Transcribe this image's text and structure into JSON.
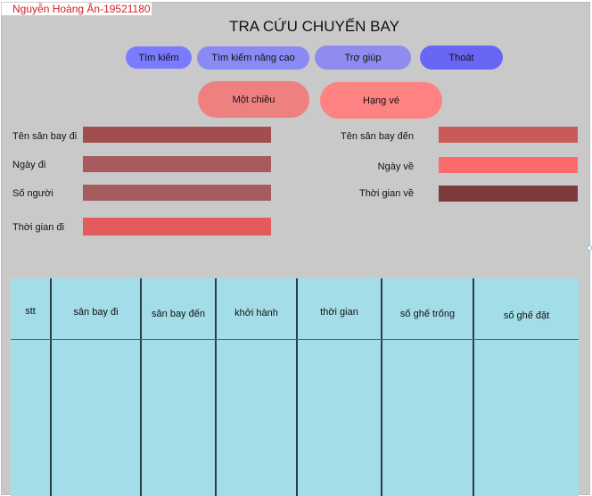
{
  "author": "Nguyễn Hoàng Ân-19521180",
  "title": "TRA CỨU CHUYẾN BAY",
  "nav": {
    "search": "Tìm kiếm",
    "advanced_search": "Tìm kiếm nâng cao",
    "help": "Trợ giúp",
    "exit": "Thoát"
  },
  "trip": {
    "one_way": "Một chiều",
    "ticket_class": "Hạng vé"
  },
  "form": {
    "departure_airport": {
      "label": "Tên sân bay đi",
      "value": ""
    },
    "arrival_airport": {
      "label": "Tên sân bay đến",
      "value": ""
    },
    "departure_date": {
      "label": "Ngày đi",
      "value": ""
    },
    "return_date": {
      "label": "Ngày về",
      "value": ""
    },
    "passengers": {
      "label": "Số người",
      "value": ""
    },
    "return_time": {
      "label": "Thời gian về",
      "value": ""
    },
    "departure_time": {
      "label": "Thời gian đi",
      "value": ""
    }
  },
  "table": {
    "columns": [
      "stt",
      "sân bay đi",
      "sân bay đến",
      "khởi hành",
      "thời gian",
      "số ghế trống",
      "số ghế đặt"
    ],
    "rows": []
  },
  "colors": {
    "background": "#c9c9c9",
    "author_text": "#d21f1f",
    "btn_search": "#7b7bff",
    "btn_advanced": "#8a8af5",
    "btn_help": "#8f8cf0",
    "btn_exit": "#6a66f5",
    "btn_one_way": "#ee8080",
    "btn_ticket_class": "#ff8282",
    "field_departure_airport": "#a24e4e",
    "field_arrival_airport": "#c85a5a",
    "field_departure_date": "#a85a5f",
    "field_return_date": "#fb6b6b",
    "field_passengers": "#a55c5f",
    "field_return_time": "#7e3a3d",
    "field_departure_time": "#e45b5b",
    "table_bg": "#a3dde8"
  }
}
